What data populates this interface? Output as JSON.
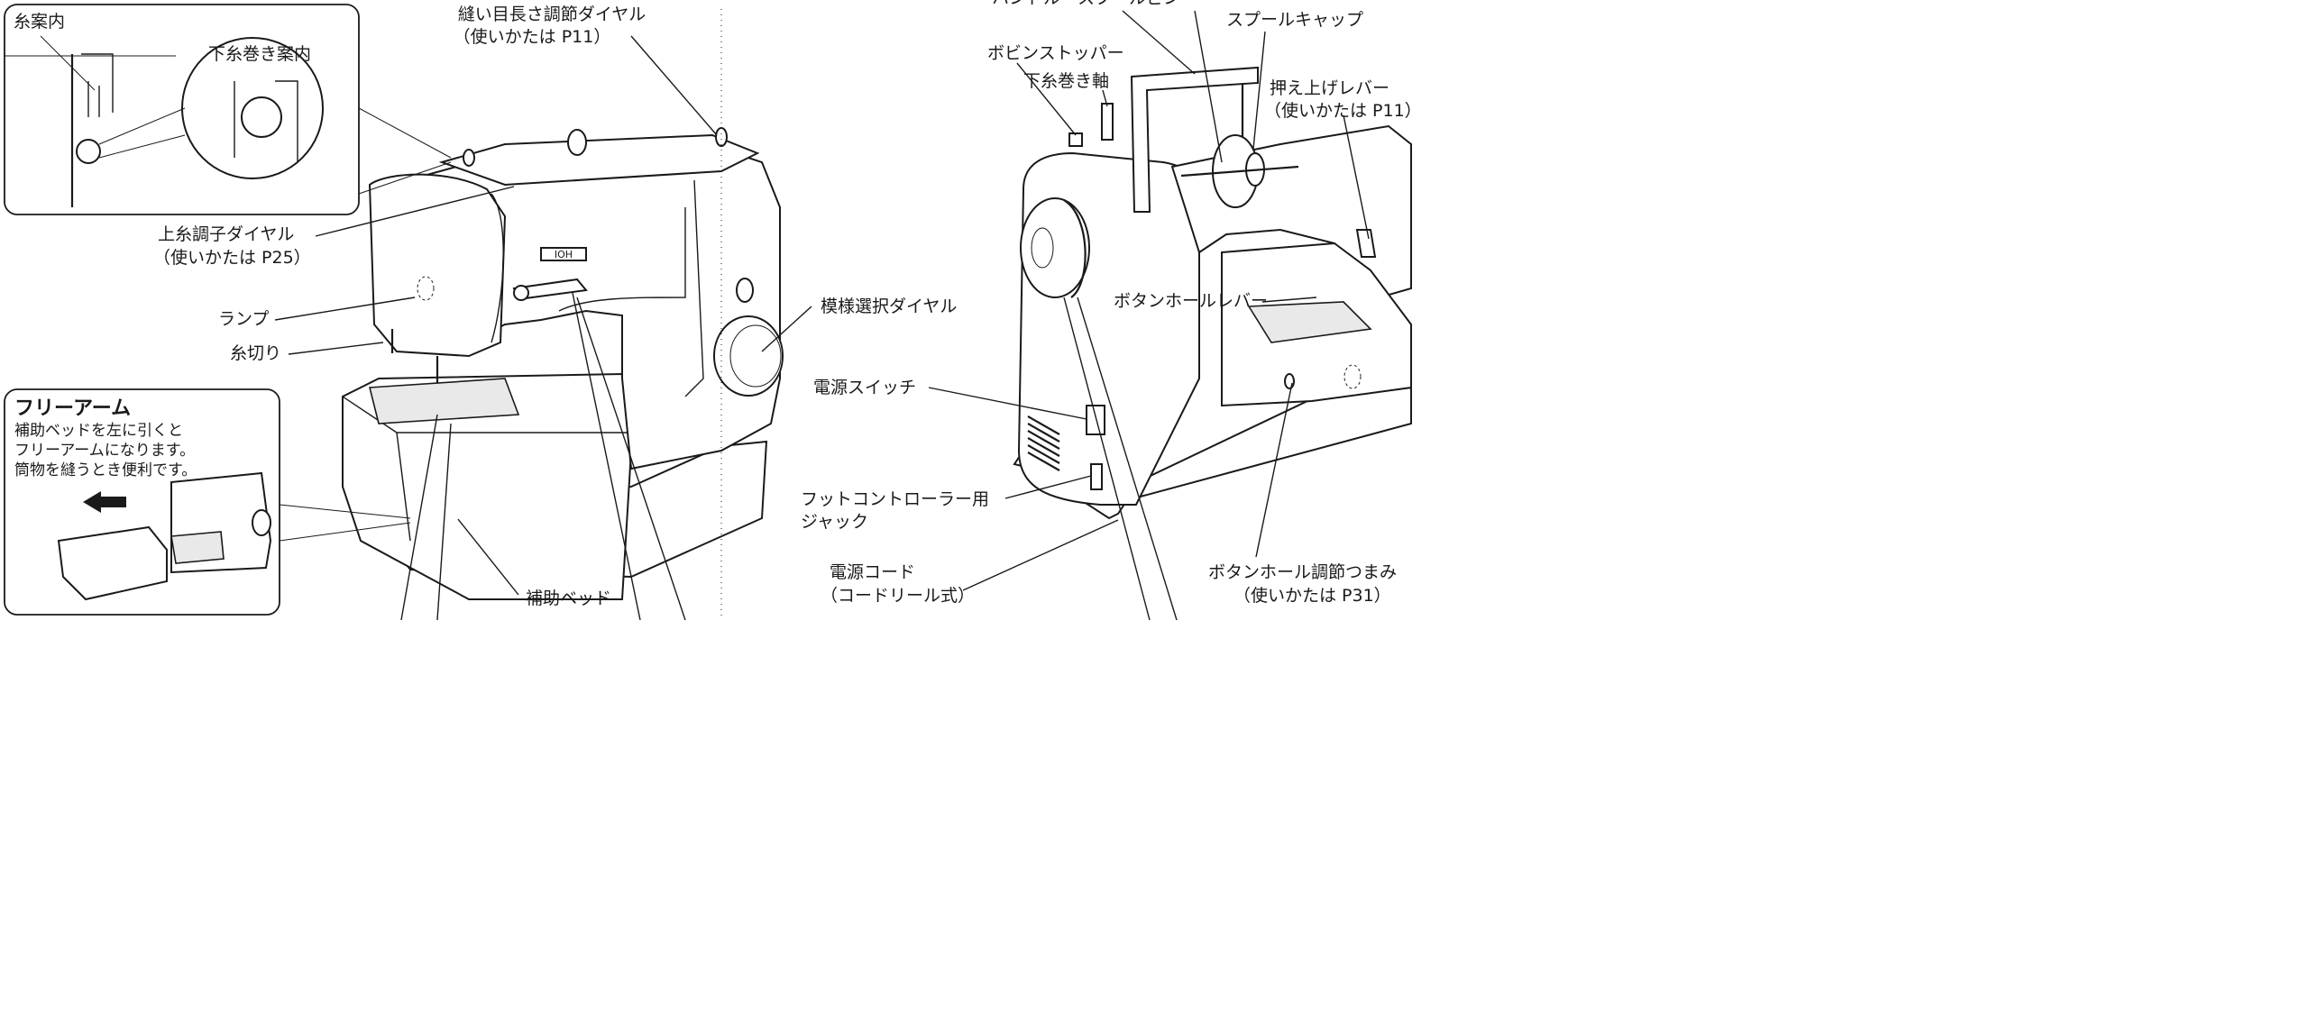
{
  "callouts": {
    "thread_guide": "糸案内",
    "bobbin_winding_guide": "下糸巻き案内",
    "stitch_length_dial": "縫い目長さ調節ダイヤル",
    "stitch_length_dial_ref": "（使いかたは P11）",
    "upper_tension_dial": "上糸調子ダイヤル",
    "upper_tension_dial_ref": "（使いかたは P25）",
    "lamp": "ランプ",
    "thread_cutter": "糸切り",
    "pattern_selector_dial": "模様選択ダイヤル",
    "extension_bed": "補助ベッド",
    "handle_spool_pin": "ハンドル　スプールピン",
    "spool_cap": "スプールキャップ",
    "bobbin_stopper": "ボビンストッパー",
    "bobbin_winder_shaft": "下糸巻き軸",
    "presser_foot_lever": "押え上げレバー",
    "presser_foot_lever_ref": "（使いかたは P11）",
    "buttonhole_lever": "ボタンホールレバー",
    "power_switch": "電源スイッチ",
    "foot_controller_jack_1": "フットコントローラー用",
    "foot_controller_jack_2": "ジャック",
    "power_cord": "電源コード",
    "power_cord_note": "（コードリール式）",
    "buttonhole_knob": "ボタンホール調節つまみ",
    "buttonhole_knob_ref": "（使いかたは P31）"
  },
  "free_arm": {
    "title": "フリーアーム",
    "line1": "補助ベッドを左に引くと",
    "line2": "フリーアームになります。",
    "line3": "筒物を縫うとき便利です。"
  },
  "machine_logo": "IOH"
}
